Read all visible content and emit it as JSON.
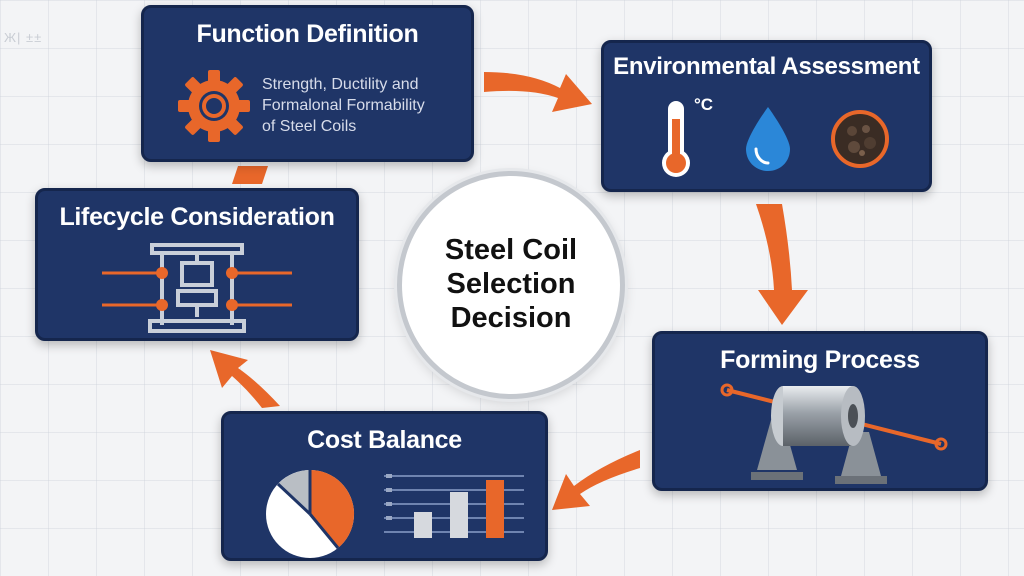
{
  "corner_mark": "Ж| ±±",
  "center": {
    "line1": "Steel Coil",
    "line2": "Selection",
    "line3": "Decision"
  },
  "cards": {
    "function": {
      "title": "Function Definition",
      "desc_line1": "Strength, Ductility and",
      "desc_line2": "Formalonal Formability",
      "desc_line3": "of Steel Coils",
      "icon": "gear-icon"
    },
    "environment": {
      "title": "Environmental Assessment",
      "temp_unit": "°C",
      "icons": [
        "thermometer-icon",
        "water-drop-icon",
        "corrosion-icon"
      ]
    },
    "forming": {
      "title": "Forming Process",
      "icon": "steel-coil-roller-icon"
    },
    "cost": {
      "title": "Cost Balance",
      "icons": [
        "pie-chart-icon",
        "bar-chart-icon"
      ]
    },
    "lifecycle": {
      "title": "Lifecycle Consideration",
      "icon": "press-machine-icon"
    }
  },
  "colors": {
    "card_bg": "#1f3567",
    "accent_orange": "#e8672a",
    "center_ring": "#c4c8ce",
    "text_light": "#d7dcea"
  }
}
